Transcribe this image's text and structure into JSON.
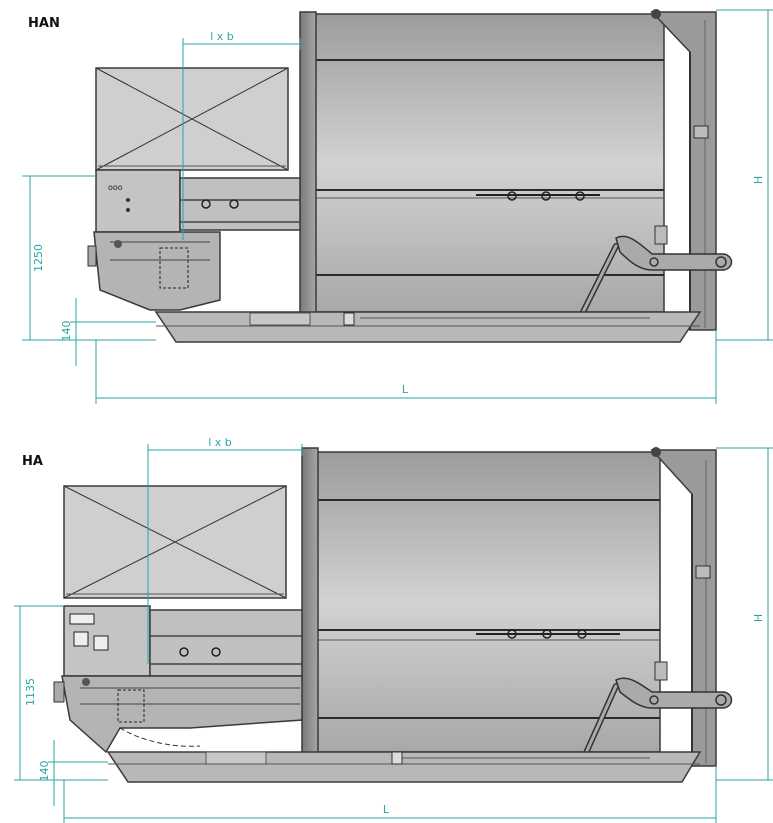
{
  "colors": {
    "dimension": "#2aa6a6",
    "body_fill": "#bdbdbd",
    "body_dark": "#8a8a8a",
    "outline": "#3a3a3a",
    "hopper_fill": "#cfcfcf"
  },
  "views": [
    {
      "label": "HAN",
      "dims": {
        "lxb": "l x b",
        "height_full": "H",
        "length": "L",
        "height_inlet": "1250",
        "height_base": "140"
      }
    },
    {
      "label": "HA",
      "dims": {
        "lxb": "l x b",
        "height_full": "H",
        "length": "L",
        "height_inlet": "1135",
        "height_base": "140"
      }
    }
  ]
}
